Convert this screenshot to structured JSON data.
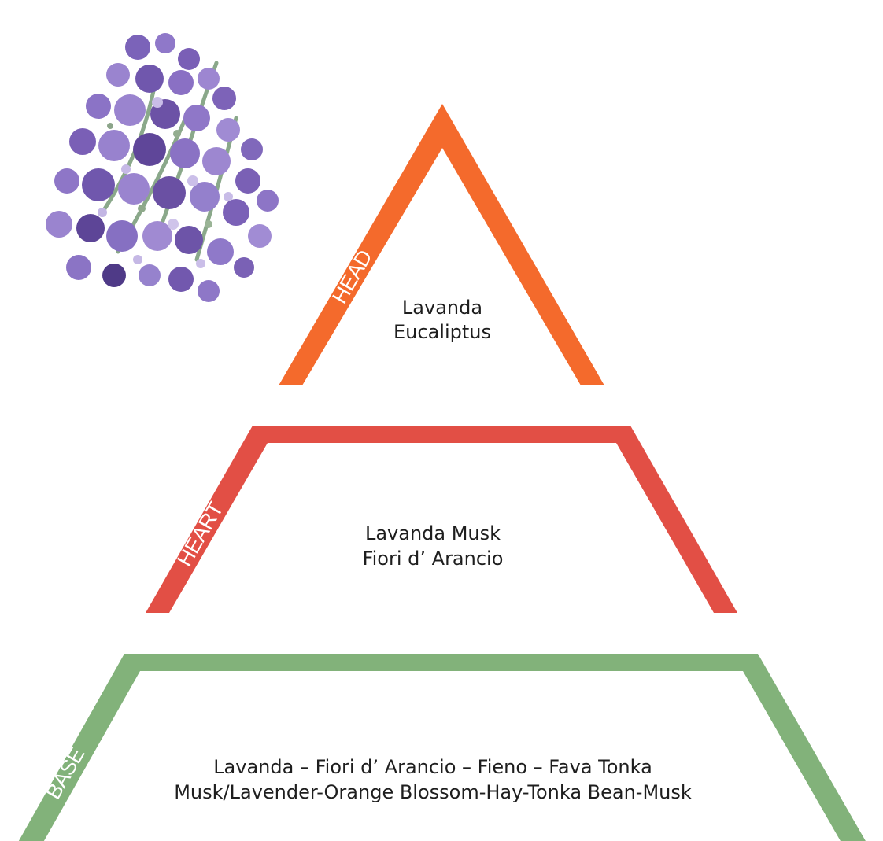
{
  "tiers": {
    "head": {
      "label": "HEAD",
      "color": "#f46a2c",
      "notes": [
        "Lavanda",
        "Eucaliptus"
      ]
    },
    "heart": {
      "label": "HEART",
      "color": "#e24f45",
      "notes": [
        "Lavanda Musk",
        "Fiori d’ Arancio"
      ]
    },
    "base": {
      "label": "BASE",
      "color": "#82b27a",
      "notes": [
        "Lavanda – Fiori d’ Arancio – Fieno – Fava Tonka",
        "Musk/Lavender-Orange Blossom-Hay-Tonka Bean-Musk"
      ]
    }
  },
  "illustration": {
    "subject": "lavender-flower-sprig",
    "colors": [
      "#7b5fb8",
      "#9a84cf",
      "#5a4590",
      "#8ca58a"
    ]
  }
}
